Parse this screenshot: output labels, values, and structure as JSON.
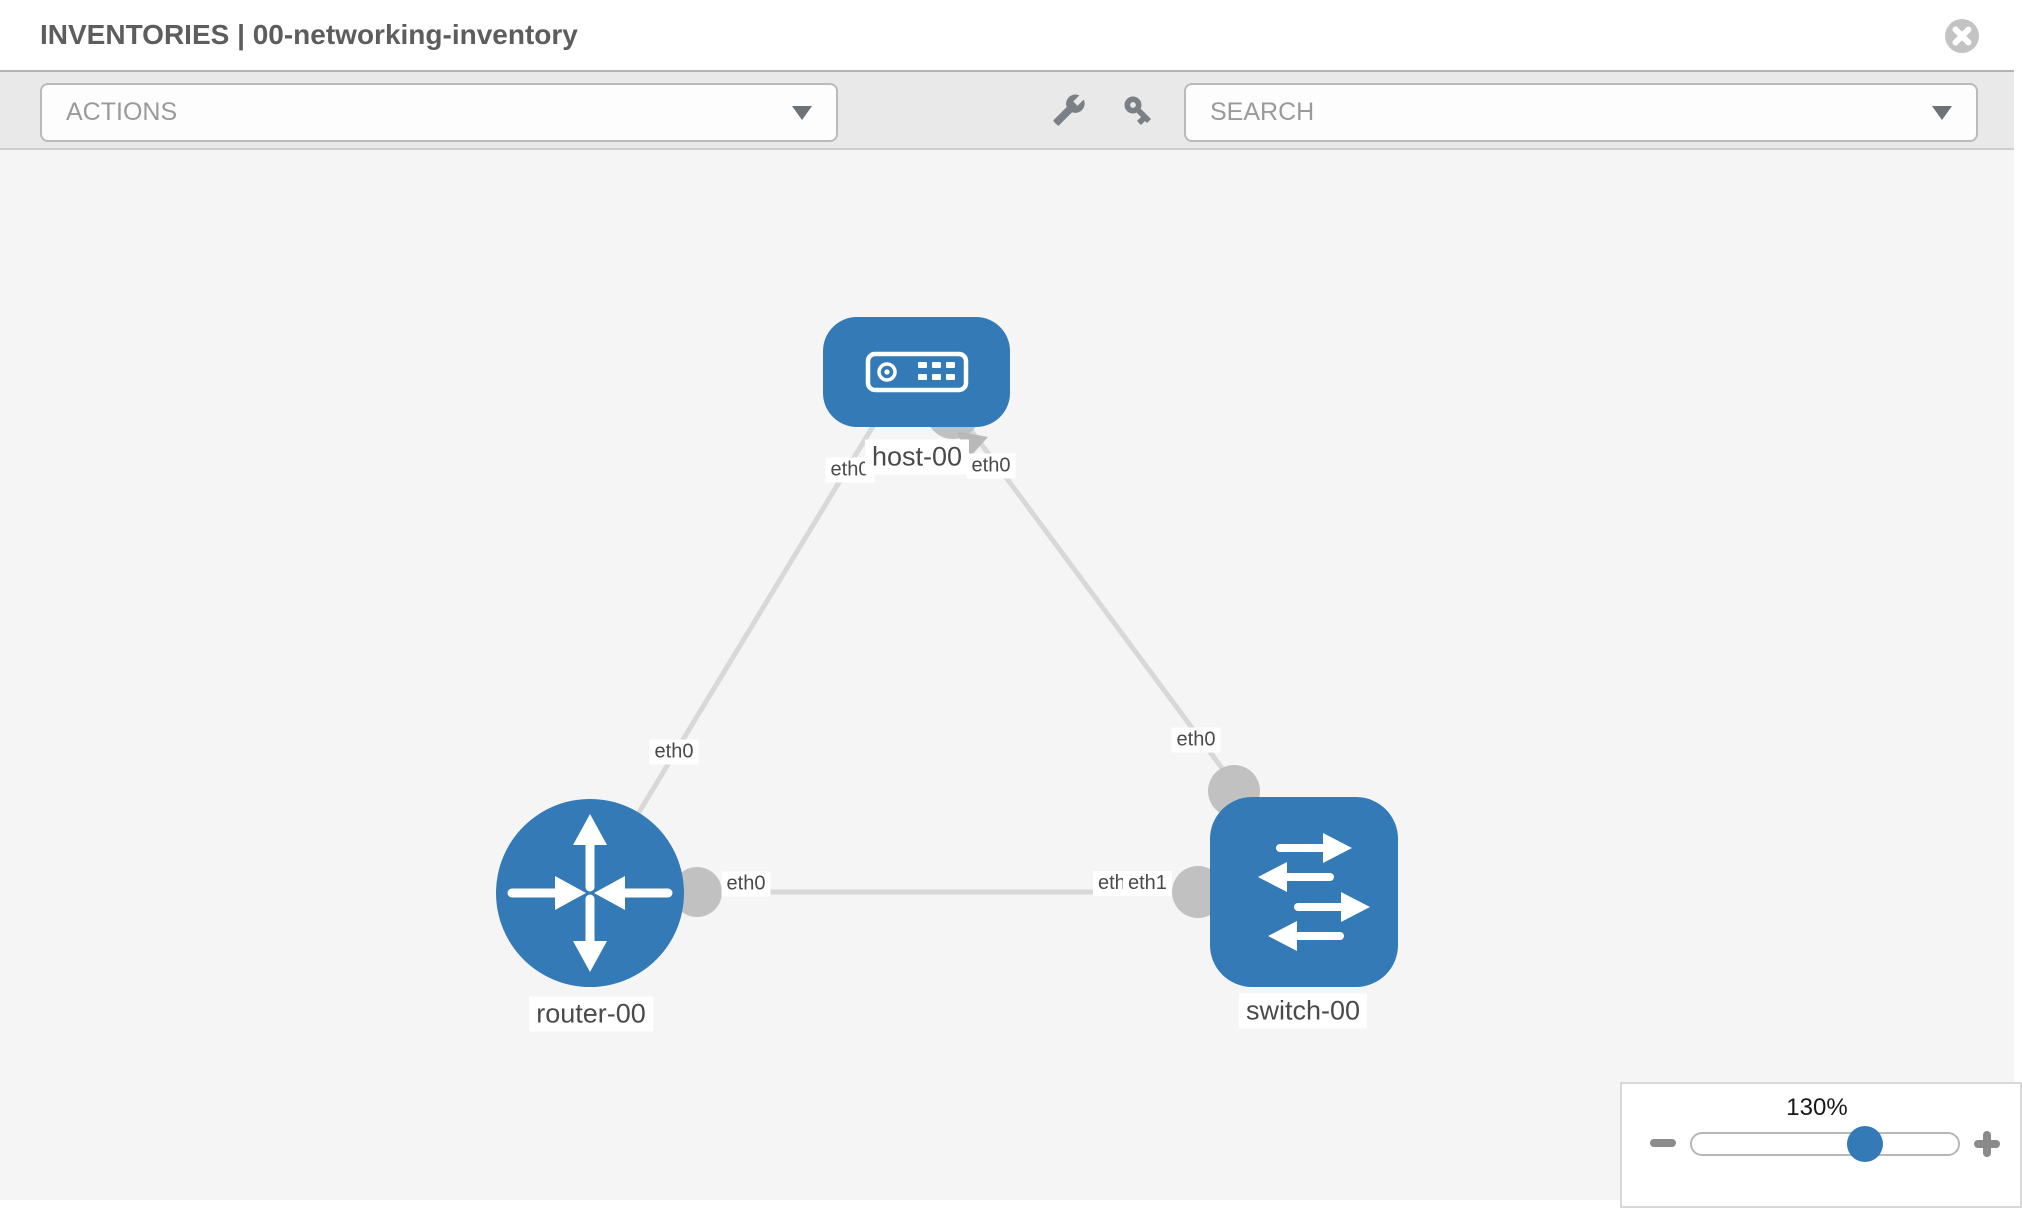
{
  "header": {
    "title": "INVENTORIES | 00-networking-inventory",
    "close_icon": "x-circle"
  },
  "toolbar": {
    "actions_label": "ACTIONS",
    "search_label": "SEARCH",
    "icons": [
      "wrench",
      "key"
    ],
    "accent_gray": "#7b8086"
  },
  "diagram": {
    "nodes": [
      {
        "id": "host-00",
        "type": "host",
        "label": "host-00",
        "icon": "server-icon"
      },
      {
        "id": "router-00",
        "type": "router",
        "label": "router-00",
        "icon": "router-arrows-icon"
      },
      {
        "id": "switch-00",
        "type": "switch",
        "label": "switch-00",
        "icon": "switch-arrows-icon"
      }
    ],
    "interfaces": {
      "host_left": "eth0",
      "host_right": "eth0",
      "link_router_host_mid": "eth0",
      "link_host_switch_mid": "eth0",
      "router_right": "eth0",
      "switch_back": "eth0",
      "switch_front": "eth1"
    },
    "links": [
      {
        "source": "router-00",
        "target": "host-00",
        "source_interface": "eth0",
        "target_interface": "eth0"
      },
      {
        "source": "host-00",
        "target": "switch-00",
        "source_interface": "eth0",
        "target_interface": "eth0"
      },
      {
        "source": "router-00",
        "target": "switch-00",
        "source_interface": "eth0",
        "target_interface": "eth1"
      }
    ],
    "node_color": "#337ab7",
    "link_color": "#d8d8d8",
    "connector_color": "#c1c1c1"
  },
  "zoom_control": {
    "level": "130%",
    "handle_percent": 65
  }
}
